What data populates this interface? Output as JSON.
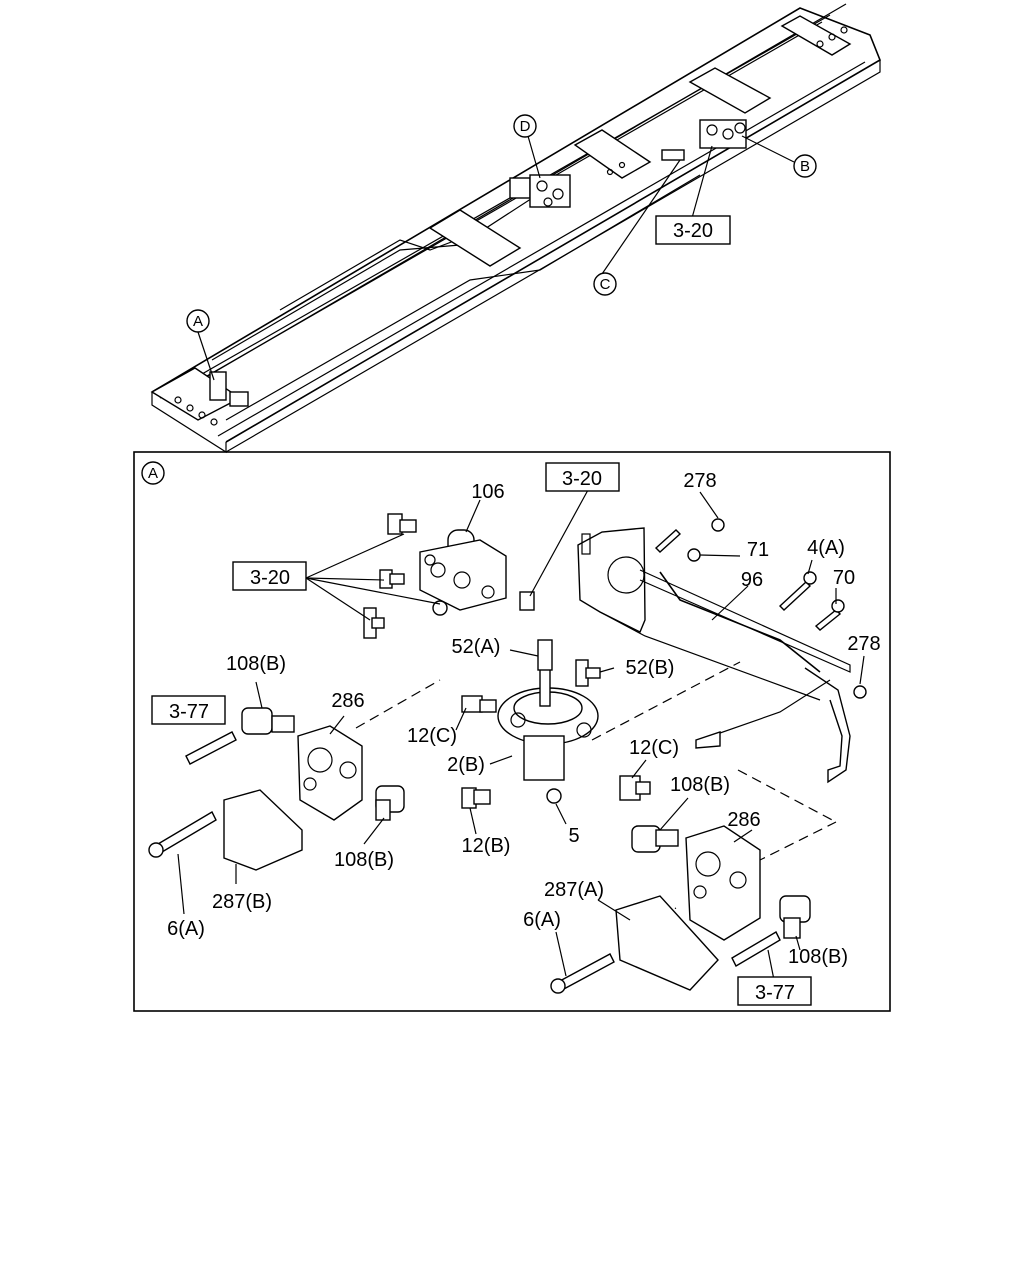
{
  "callouts": {
    "a": "A",
    "b": "B",
    "c": "C",
    "d": "D"
  },
  "top_refs": {
    "ref_3_20": "3-20"
  },
  "detail": {
    "view_label": "A",
    "refs": {
      "ref_3_20_top": "3-20",
      "ref_3_20_left": "3-20",
      "ref_3_77_left": "3-77",
      "ref_3_77_right": "3-77"
    },
    "parts": {
      "p106": "106",
      "p278_top": "278",
      "p71": "71",
      "p4a": "4(A)",
      "p96": "96",
      "p70": "70",
      "p278_right": "278",
      "p52a": "52(A)",
      "p52b": "52(B)",
      "p108b_1": "108(B)",
      "p286_left": "286",
      "p12c_left": "12(C)",
      "p2b": "2(B)",
      "p12c_right": "12(C)",
      "p108b_2": "108(B)",
      "p286_right": "286",
      "p5": "5",
      "p12b": "12(B)",
      "p108b_3": "108(B)",
      "p287b": "287(B)",
      "p6a_left": "6(A)",
      "p287a": "287(A)",
      "p6a_right": "6(A)",
      "p108b_4": "108(B)"
    }
  }
}
